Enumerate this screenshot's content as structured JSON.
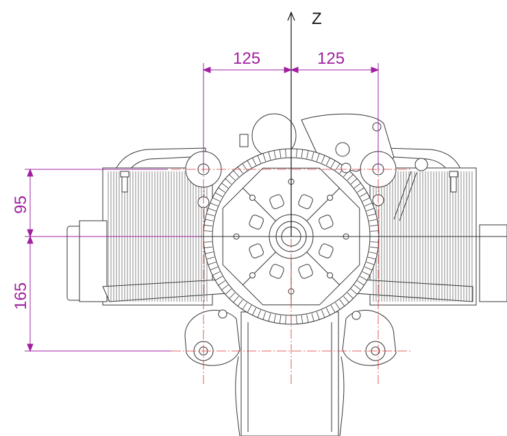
{
  "axis": {
    "label": "Z"
  },
  "dimensions": {
    "top_left": "125",
    "top_right": "125",
    "left_upper": "95",
    "left_lower": "165"
  },
  "colors": {
    "dimension": "#a020a0",
    "centerline": "#e03030",
    "line": "#333333",
    "axis": "#111111"
  }
}
